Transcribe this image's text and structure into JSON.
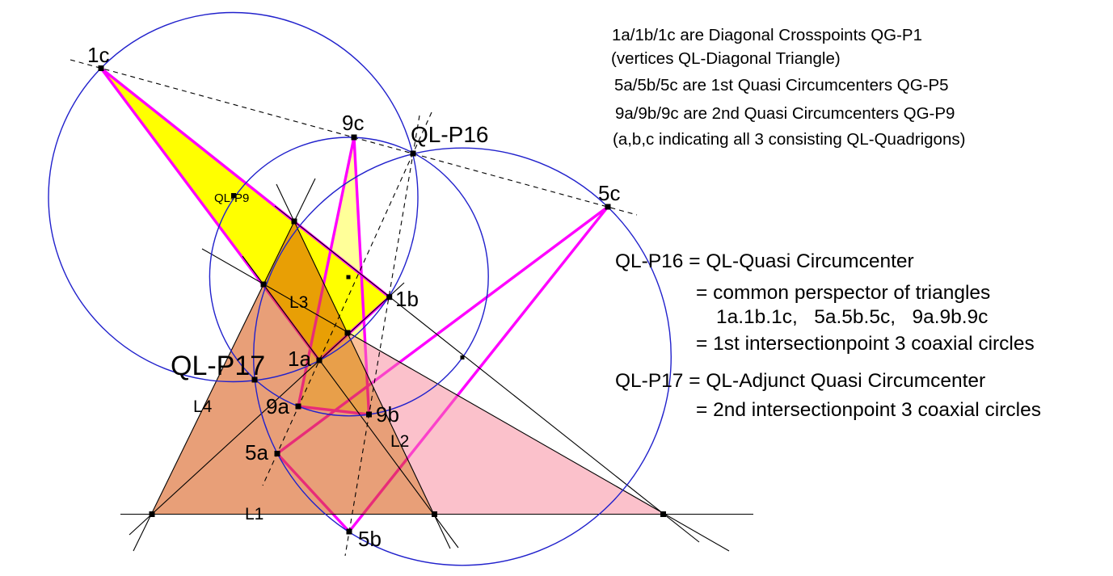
{
  "colors": {
    "circle_blue": "#2121CC",
    "magenta": "#FF00FF",
    "yellow": "#FFFF00",
    "triangle9_tint": "rgba(255,255,0,0.40)",
    "salmon_overlay": "rgba(213,80,10,0.55)",
    "pink_overlay": "rgba(247,131,151,0.50)",
    "line_black": "#000000",
    "label_gray": "#8F8F8F"
  },
  "labels": {
    "p_1a": "1a",
    "p_1b": "1b",
    "p_1c": "1c",
    "p_5a": "5a",
    "p_5b": "5b",
    "p_5c": "5c",
    "p_9a": "9a",
    "p_9b": "9b",
    "p_9c": "9c",
    "ql_p16": "QL-P16",
    "ql_p17": "QL-P17",
    "ql_p9": "QL-P9",
    "l1": "L1",
    "l2": "L2",
    "l3": "L3",
    "l4": "L4"
  },
  "notes_top": [
    "1a/1b/1c are Diagonal Crosspoints QG-P1",
    "(vertices QL-Diagonal Triangle)",
    "5a/5b/5c are 1st Quasi Circumcenters QG-P5",
    "9a/9b/9c are 2nd Quasi Circumcenters QG-P9",
    "(a,b,c indicating all 3 consisting QL-Quadrigons)"
  ],
  "notes_main": [
    "QL-P16 = QL-Quasi Circumcenter",
    "= common perspector of triangles",
    "1a.1b.1c,   5a.5b.5c,   9a.9b.9c",
    "= 1st intersectionpoint 3 coaxial circles",
    "QL-P17 = QL-Adjunct Quasi Circumcenter",
    "= 2nd intersectionpoint 3 coaxial circles"
  ]
}
